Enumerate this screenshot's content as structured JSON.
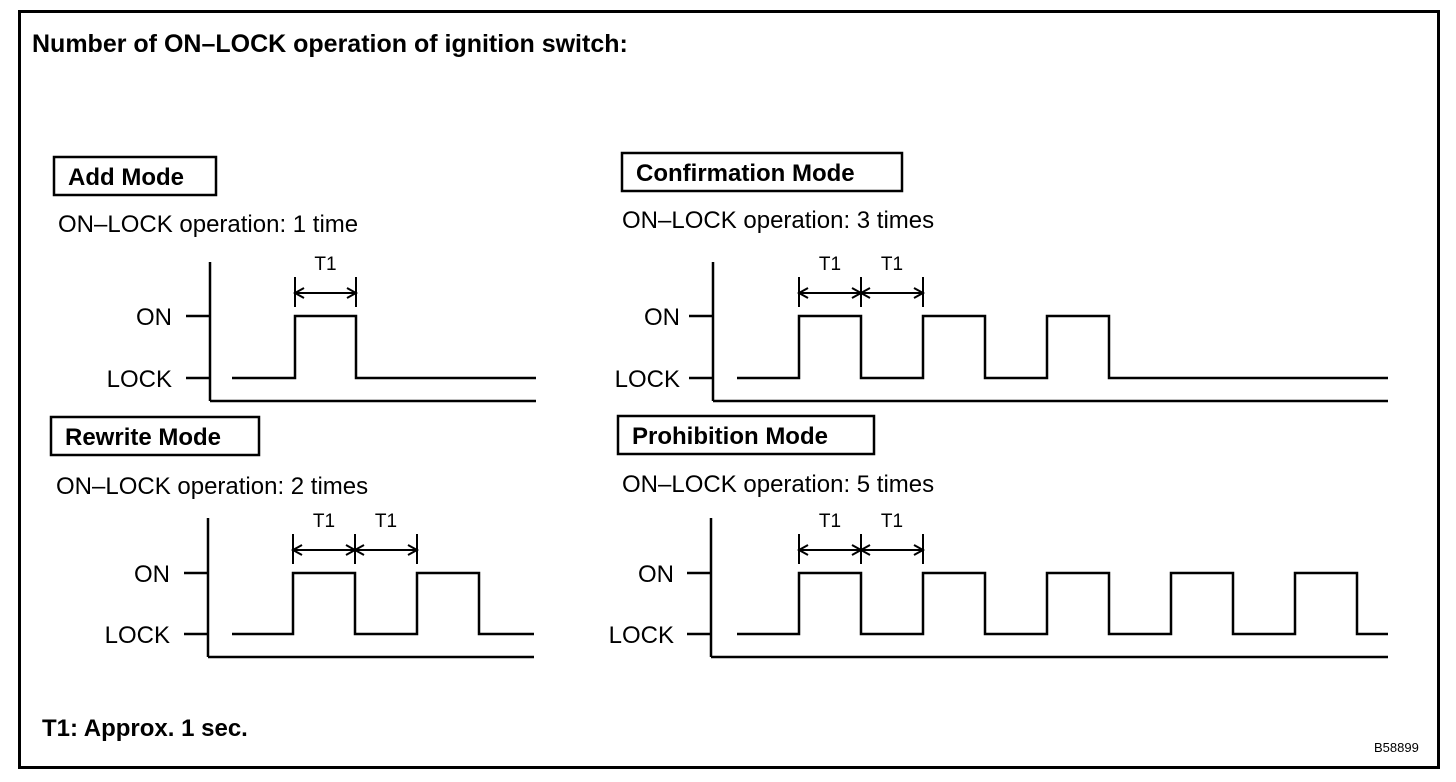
{
  "title": "Number of ON–LOCK operation of ignition switch:",
  "footnote": "T1: Approx. 1 sec.",
  "figure_code": "B58899",
  "level_labels": {
    "on": "ON",
    "lock": "LOCK"
  },
  "interval_label": "T1",
  "panels": [
    {
      "id": "add",
      "mode": "Add Mode",
      "operation": "ON–LOCK operation: 1 time",
      "pulses": 1
    },
    {
      "id": "confirmation",
      "mode": "Confirmation Mode",
      "operation": "ON–LOCK operation: 3 times",
      "pulses": 3
    },
    {
      "id": "rewrite",
      "mode": "Rewrite Mode",
      "operation": "ON–LOCK operation: 2 times",
      "pulses": 2
    },
    {
      "id": "prohibition",
      "mode": "Prohibition Mode",
      "operation": "ON–LOCK operation: 5 times",
      "pulses": 5
    }
  ]
}
